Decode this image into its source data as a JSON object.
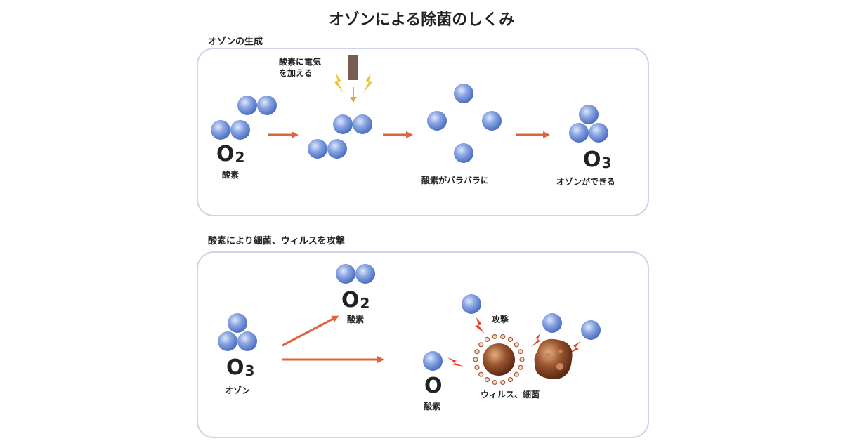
{
  "title": "オゾンによる除菌のしくみ",
  "section1": {
    "label": "オゾンの生成",
    "apply_electricity": [
      "酸素に電気",
      "を加える"
    ],
    "o2_letter": "O",
    "o2_sub": "2",
    "o2_caption": "酸素",
    "scattered_caption": "酸素がバラバラに",
    "o3_letter": "O",
    "o3_sub": "3",
    "o3_caption": "オゾンができる"
  },
  "section2": {
    "label": "酸素により細菌、ウィルスを攻撃",
    "o3_letter": "O",
    "o3_sub": "3",
    "o3_caption": "オゾン",
    "o2_letter": "O",
    "o2_sub": "2",
    "o2_caption": "酸素",
    "attack_label": "攻撃",
    "o_letter": "O",
    "o_caption": "酸素",
    "virus_caption": "ウィルス、細菌"
  },
  "colors": {
    "atom": "#7a98dc",
    "arrow": "#e0623e",
    "spark": "#f0c428",
    "lightning": "#e23a22",
    "virus": "#8b4a2b",
    "panel_border": "#cdd5e6"
  }
}
